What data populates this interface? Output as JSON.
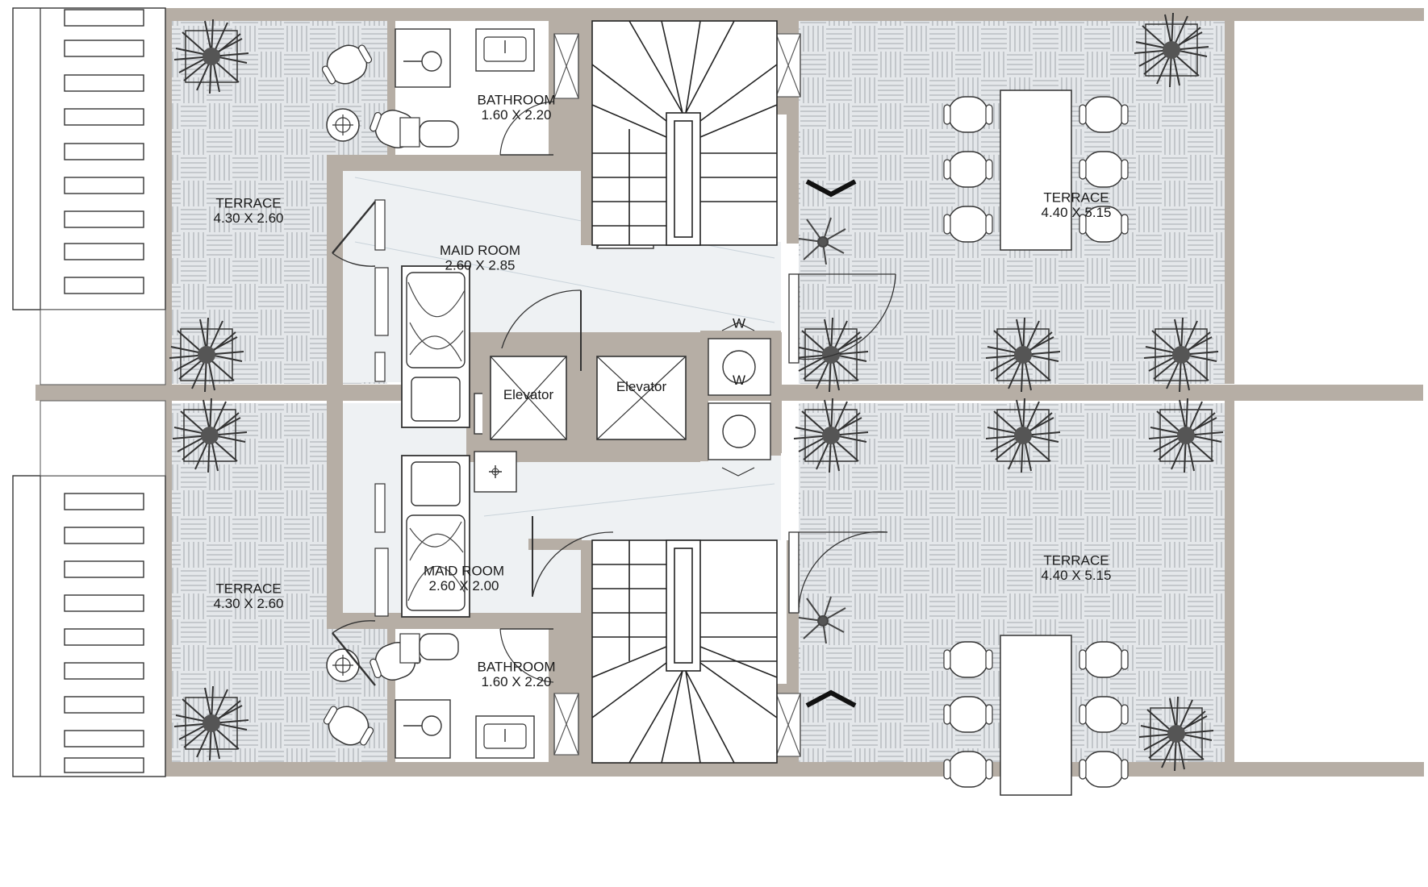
{
  "rooms": {
    "terrace_nw": {
      "name": "TERRACE",
      "size": "4.30 X 2.60"
    },
    "bathroom_n": {
      "name": "BATHROOM",
      "size": "1.60 X 2.20"
    },
    "maid_room_n": {
      "name": "MAID ROOM",
      "size": "2.60 X 2.85"
    },
    "terrace_ne": {
      "name": "TERRACE",
      "size": "4.40 X 5.15"
    },
    "terrace_sw": {
      "name": "TERRACE",
      "size": "4.30 X 2.60"
    },
    "maid_room_s": {
      "name": "MAID ROOM",
      "size": "2.60 X 2.00"
    },
    "bathroom_s": {
      "name": "BATHROOM",
      "size": "1.60 X 2.20"
    },
    "terrace_se": {
      "name": "TERRACE",
      "size": "4.40 X 5.15"
    }
  },
  "elevators": {
    "left": "Elevator",
    "right": "Elevator"
  },
  "washers": {
    "top": "W",
    "bottom": "W"
  },
  "colors": {
    "wall": "#b6aea5",
    "paving": "#e3e6e9",
    "paving_line": "#c2c6ca",
    "interior": "#eef1f3",
    "line": "#222222"
  }
}
